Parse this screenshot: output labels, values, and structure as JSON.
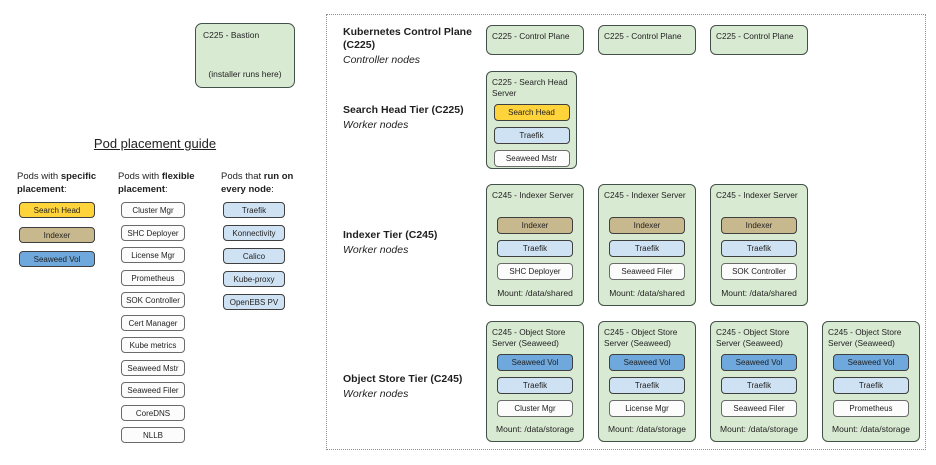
{
  "colors": {
    "node_green": "#d9ead3",
    "pod_yellow": "#ffd43b",
    "pod_tan": "#c8b88e",
    "pod_blue": "#6fa8dc",
    "pod_lightblue": "#cfe2f3",
    "pod_plain": "#fcfcfc"
  },
  "bastion": {
    "title": "C225 - Bastion",
    "note": "(installer runs here)"
  },
  "guide": {
    "title": "Pod placement guide",
    "columns": [
      {
        "prefix": "Pods with ",
        "bold": "specific placement",
        "suffix": ":",
        "pods": [
          {
            "label": "Search Head",
            "type": "yellow"
          },
          {
            "label": "Indexer",
            "type": "tan"
          },
          {
            "label": "Seaweed Vol",
            "type": "blue"
          }
        ]
      },
      {
        "prefix": "Pods with ",
        "bold": "flexible placement",
        "suffix": ":",
        "pods": [
          {
            "label": "Cluster Mgr",
            "type": "plain"
          },
          {
            "label": "SHC Deployer",
            "type": "plain"
          },
          {
            "label": "License Mgr",
            "type": "plain"
          },
          {
            "label": "Prometheus",
            "type": "plain"
          },
          {
            "label": "SOK Controller",
            "type": "plain"
          },
          {
            "label": "Cert Manager",
            "type": "plain"
          },
          {
            "label": "Kube metrics",
            "type": "plain"
          },
          {
            "label": "Seaweed Mstr",
            "type": "plain"
          },
          {
            "label": "Seaweed Filer",
            "type": "plain"
          },
          {
            "label": "CoreDNS",
            "type": "plain"
          },
          {
            "label": "NLLB",
            "type": "plain"
          }
        ]
      },
      {
        "prefix": "Pods that ",
        "bold": "run on every node",
        "suffix": ":",
        "pods": [
          {
            "label": "Traefik",
            "type": "lightblue"
          },
          {
            "label": "Konnectivity",
            "type": "lightblue"
          },
          {
            "label": "Calico",
            "type": "lightblue"
          },
          {
            "label": "Kube-proxy",
            "type": "lightblue"
          },
          {
            "label": "OpenEBS PV",
            "type": "lightblue"
          }
        ]
      }
    ]
  },
  "cluster": {
    "tiers": [
      {
        "name": "Kubernetes Control Plane (C225)",
        "node_type": "Controller nodes",
        "nodes": [
          {
            "title": "C225 - Control Plane"
          },
          {
            "title": "C225 - Control Plane"
          },
          {
            "title": "C225 - Control Plane"
          }
        ]
      },
      {
        "name": "Search Head Tier (C225)",
        "node_type": "Worker nodes",
        "nodes": [
          {
            "title": "C225 - Search Head Server",
            "pods": [
              {
                "label": "Search Head",
                "type": "yellow"
              },
              {
                "label": "Traefik",
                "type": "lightblue"
              },
              {
                "label": "Seaweed Mstr",
                "type": "plain"
              }
            ]
          }
        ]
      },
      {
        "name": "Indexer Tier (C245)",
        "node_type": "Worker nodes",
        "nodes": [
          {
            "title": "C245 - Indexer Server",
            "pods": [
              {
                "label": "Indexer",
                "type": "tan"
              },
              {
                "label": "Traefik",
                "type": "lightblue"
              },
              {
                "label": "SHC Deployer",
                "type": "plain"
              }
            ],
            "mount": "Mount: /data/shared"
          },
          {
            "title": "C245 - Indexer Server",
            "pods": [
              {
                "label": "Indexer",
                "type": "tan"
              },
              {
                "label": "Traefik",
                "type": "lightblue"
              },
              {
                "label": "Seaweed Filer",
                "type": "plain"
              }
            ],
            "mount": "Mount: /data/shared"
          },
          {
            "title": "C245 - Indexer Server",
            "pods": [
              {
                "label": "Indexer",
                "type": "tan"
              },
              {
                "label": "Traefik",
                "type": "lightblue"
              },
              {
                "label": "SOK Controller",
                "type": "plain"
              }
            ],
            "mount": "Mount: /data/shared"
          }
        ]
      },
      {
        "name": "Object Store Tier (C245)",
        "node_type": "Worker nodes",
        "nodes": [
          {
            "title": "C245 - Object Store Server (Seaweed)",
            "pods": [
              {
                "label": "Seaweed Vol",
                "type": "blue"
              },
              {
                "label": "Traefik",
                "type": "lightblue"
              },
              {
                "label": "Cluster Mgr",
                "type": "plain"
              }
            ],
            "mount": "Mount: /data/storage"
          },
          {
            "title": "C245 - Object Store Server (Seaweed)",
            "pods": [
              {
                "label": "Seaweed Vol",
                "type": "blue"
              },
              {
                "label": "Traefik",
                "type": "lightblue"
              },
              {
                "label": "License Mgr",
                "type": "plain"
              }
            ],
            "mount": "Mount: /data/storage"
          },
          {
            "title": "C245 - Object Store Server (Seaweed)",
            "pods": [
              {
                "label": "Seaweed Vol",
                "type": "blue"
              },
              {
                "label": "Traefik",
                "type": "lightblue"
              },
              {
                "label": "Seaweed Filer",
                "type": "plain"
              }
            ],
            "mount": "Mount: /data/storage"
          },
          {
            "title": "C245 - Object Store Server (Seaweed)",
            "pods": [
              {
                "label": "Seaweed Vol",
                "type": "blue"
              },
              {
                "label": "Traefik",
                "type": "lightblue"
              },
              {
                "label": "Prometheus",
                "type": "plain"
              }
            ],
            "mount": "Mount: /data/storage"
          }
        ]
      }
    ]
  }
}
